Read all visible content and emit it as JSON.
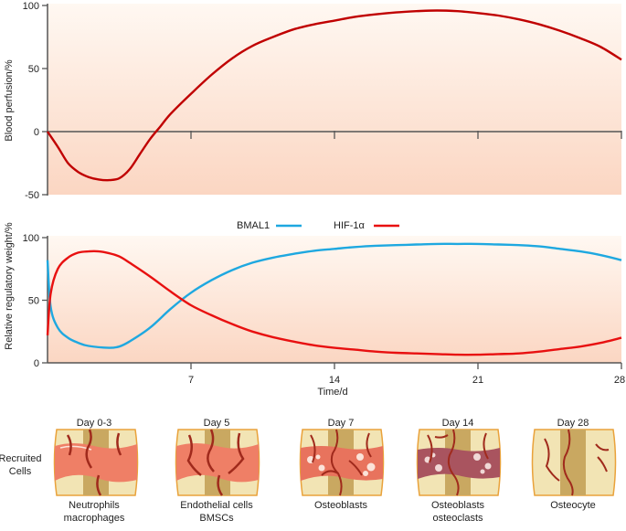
{
  "chart_data": [
    {
      "type": "line",
      "ylabel": "Blood perfusion/%",
      "xlim": [
        0,
        28
      ],
      "ylim": [
        -50,
        100
      ],
      "yticks": [
        100,
        50,
        0,
        -50
      ],
      "series": [
        {
          "color": "#c00000",
          "points": [
            [
              0,
              0
            ],
            [
              0.5,
              -12
            ],
            [
              1,
              -25
            ],
            [
              1.5,
              -32
            ],
            [
              2,
              -36
            ],
            [
              2.5,
              -38
            ],
            [
              3,
              -38.5
            ],
            [
              3.5,
              -37
            ],
            [
              4,
              -30
            ],
            [
              4.5,
              -18
            ],
            [
              5,
              -6
            ],
            [
              5.5,
              4
            ],
            [
              6,
              14
            ],
            [
              7,
              30
            ],
            [
              8,
              45
            ],
            [
              9,
              58
            ],
            [
              10,
              68
            ],
            [
              11,
              75
            ],
            [
              12,
              81
            ],
            [
              13,
              85
            ],
            [
              14,
              88
            ],
            [
              15,
              91
            ],
            [
              16,
              93
            ],
            [
              17,
              94.5
            ],
            [
              18,
              95.5
            ],
            [
              19,
              96
            ],
            [
              20,
              95.5
            ],
            [
              21,
              94
            ],
            [
              22,
              92
            ],
            [
              23,
              89
            ],
            [
              24,
              85
            ],
            [
              25,
              80
            ],
            [
              26,
              74
            ],
            [
              27,
              67
            ],
            [
              28,
              57
            ]
          ]
        }
      ]
    },
    {
      "type": "line",
      "xlabel": "Time/d",
      "ylabel": "Relative regulatory weight/%",
      "xlim": [
        0,
        28
      ],
      "ylim": [
        0,
        100
      ],
      "yticks": [
        100,
        50,
        0
      ],
      "xticks": [
        7,
        14,
        21,
        28
      ],
      "legend": "top-center",
      "series": [
        {
          "name": "BMAL1",
          "color": "#1ea8e0",
          "points": [
            [
              0,
              82
            ],
            [
              0.15,
              45
            ],
            [
              0.5,
              28
            ],
            [
              1,
              20
            ],
            [
              1.5,
              16
            ],
            [
              2,
              13.5
            ],
            [
              3,
              12
            ],
            [
              3.5,
              13
            ],
            [
              4,
              17
            ],
            [
              5,
              28
            ],
            [
              6,
              43
            ],
            [
              7,
              56
            ],
            [
              8,
              66
            ],
            [
              9,
              74
            ],
            [
              10,
              80
            ],
            [
              11,
              84
            ],
            [
              12,
              87
            ],
            [
              13,
              89.5
            ],
            [
              14,
              91
            ],
            [
              15,
              92.5
            ],
            [
              16,
              93.5
            ],
            [
              17,
              94
            ],
            [
              18,
              94.5
            ],
            [
              19,
              95
            ],
            [
              20,
              95
            ],
            [
              21,
              95
            ],
            [
              22,
              94.5
            ],
            [
              23,
              94
            ],
            [
              24,
              93
            ],
            [
              25,
              91
            ],
            [
              26,
              89
            ],
            [
              27,
              86
            ],
            [
              28,
              82
            ]
          ]
        },
        {
          "name": "HIF-1α",
          "color": "#e81010",
          "points": [
            [
              0,
              22
            ],
            [
              0.15,
              55
            ],
            [
              0.5,
              75
            ],
            [
              1,
              84
            ],
            [
              1.5,
              88
            ],
            [
              2,
              89
            ],
            [
              2.5,
              89
            ],
            [
              3,
              87.5
            ],
            [
              3.5,
              85
            ],
            [
              4,
              80
            ],
            [
              5,
              69
            ],
            [
              6,
              57
            ],
            [
              7,
              46
            ],
            [
              8,
              38
            ],
            [
              9,
              31
            ],
            [
              10,
              25
            ],
            [
              11,
              20.5
            ],
            [
              12,
              17
            ],
            [
              13,
              14
            ],
            [
              14,
              12
            ],
            [
              15,
              10.5
            ],
            [
              16,
              9
            ],
            [
              17,
              8
            ],
            [
              18,
              7.5
            ],
            [
              19,
              7
            ],
            [
              20,
              6.5
            ],
            [
              21,
              6.5
            ],
            [
              22,
              7
            ],
            [
              23,
              7.5
            ],
            [
              24,
              9
            ],
            [
              25,
              11
            ],
            [
              26,
              13
            ],
            [
              27,
              16
            ],
            [
              28,
              20
            ]
          ]
        }
      ]
    }
  ],
  "healing": {
    "row_label_1": "Recruited",
    "row_label_2": "Cells",
    "stages": [
      {
        "day": "Day 0-3",
        "cells_1": "Neutrophils",
        "cells_2": "macrophages"
      },
      {
        "day": "Day 5",
        "cells_1": "Endothelial cells",
        "cells_2": "BMSCs"
      },
      {
        "day": "Day 7",
        "cells_1": "Osteoblasts",
        "cells_2": ""
      },
      {
        "day": "Day 14",
        "cells_1": "Osteoblasts",
        "cells_2": "osteoclasts"
      },
      {
        "day": "Day 28",
        "cells_1": "Osteocyte",
        "cells_2": ""
      }
    ]
  },
  "colors": {
    "bg_top": "#fef6ee",
    "bg_bottom": "#fbd9c6",
    "bone": "#f2e4b4",
    "marrow": "#c9a861",
    "hematoma": "#ef7f66",
    "vessel": "#a02a1c",
    "periosteum": "#e9a23b"
  }
}
